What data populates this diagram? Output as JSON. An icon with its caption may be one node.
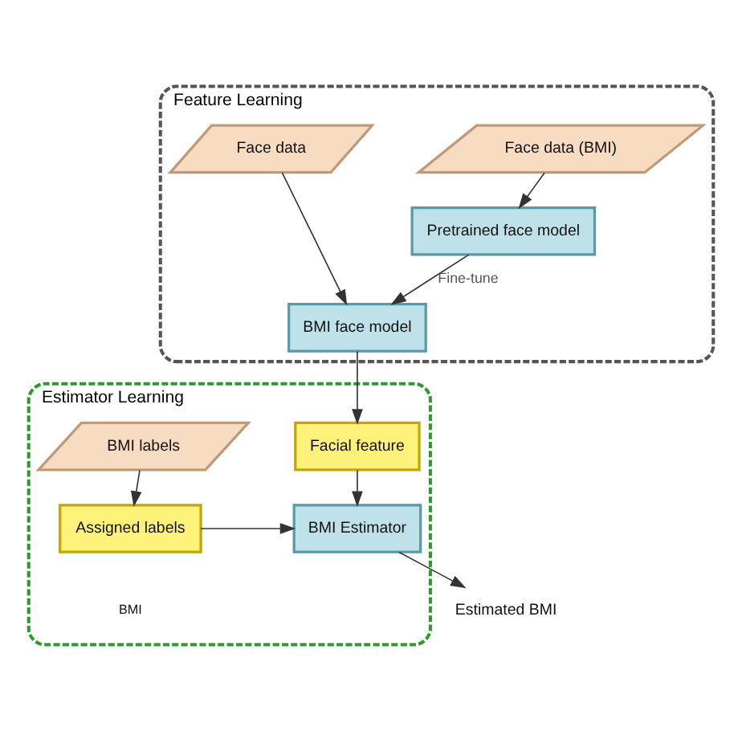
{
  "diagram": {
    "nodes": [
      {
        "text": [
          "Feature Learning"
        ]
      },
      {
        "text": [
          "Face data (BMI)"
        ],
        "in": 0
      },
      {
        "text": [
          "Pretrained face model"
        ],
        "in": 0
      },
      {
        "text": [
          "Face data"
        ],
        "in": 0
      },
      {
        "text": [
          "BMI face model"
        ],
        "in": 0
      },
      {
        "text": [
          "Estimator Learning"
        ]
      },
      {
        "text": [
          "BMI labels"
        ],
        "in": 5
      },
      {
        "text": [
          "Facial feature"
        ],
        "in": 5
      },
      {
        "text": [
          "Assigned labels"
        ],
        "in": 5
      },
      {
        "text": [
          "BMI Estimator"
        ],
        "in": 5
      },
      {
        "text": [
          "Estimated BMI"
        ]
      }
    ],
    "edges": [
      {
        "from": 1,
        "to": 2,
        "arrow": "to"
      },
      {
        "from": 2,
        "to": 4,
        "arrow": "to",
        "label": "Fine-tune"
      },
      {
        "from": 3,
        "to": 4,
        "arrow": "to"
      },
      {
        "from": 4,
        "to": 7,
        "arrow": "to"
      },
      {
        "from": 6,
        "to": 8,
        "arrow": "to"
      },
      {
        "from": 8,
        "to": 9,
        "arrow": "to"
      },
      {
        "from": 7,
        "to": 9,
        "arrow": "to"
      },
      {
        "from": 9,
        "to": 10,
        "arrow": "to"
      }
    ],
    "labels": [
      "BMI"
    ]
  }
}
